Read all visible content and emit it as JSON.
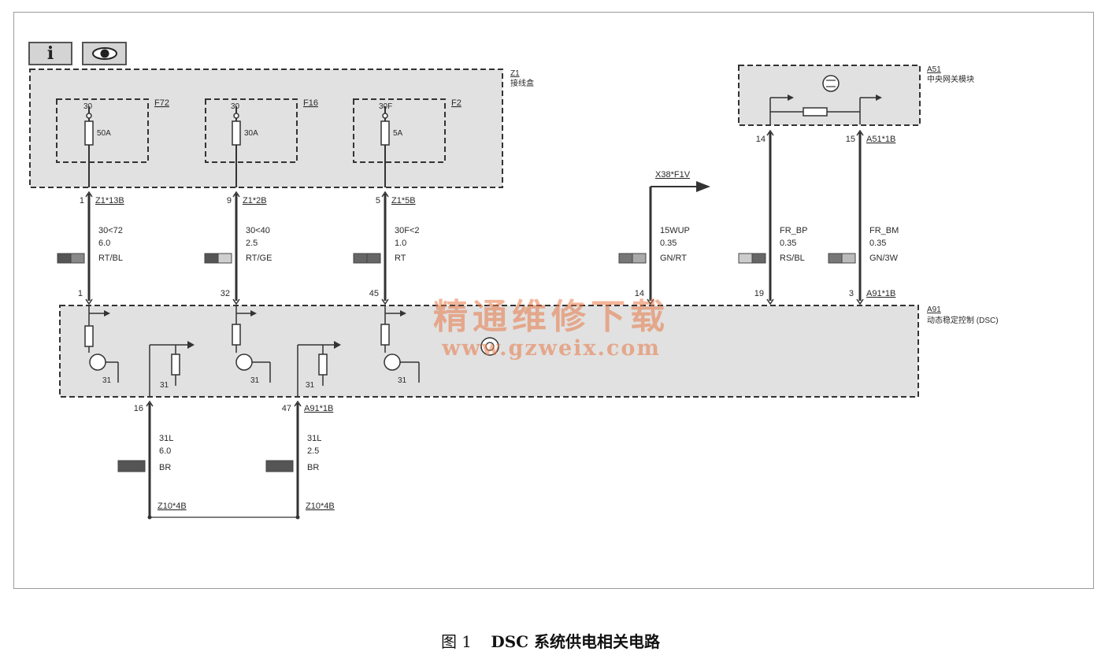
{
  "toolbar": {
    "info_symbol": "i",
    "icons": [
      "info-icon",
      "view-icon"
    ]
  },
  "modules": {
    "z1": {
      "code": "Z1",
      "name": "接线盒"
    },
    "a51": {
      "code": "A51",
      "name": "中央网关模块"
    },
    "a91": {
      "code": "A91",
      "name": "动态稳定控制 (DSC)"
    }
  },
  "fuses": [
    {
      "id": "F72",
      "terminal": "30",
      "rating": "50A"
    },
    {
      "id": "F16",
      "terminal": "30",
      "rating": "30A"
    },
    {
      "id": "F2",
      "terminal": "30F",
      "rating": "5A"
    }
  ],
  "wires": [
    {
      "top_pin": "1",
      "top_conn": "Z1*13B",
      "signal": "30<72",
      "size": "6.0",
      "color": "RT/BL",
      "bottom_pin": "1",
      "swatch": [
        "#555555",
        "#888888"
      ]
    },
    {
      "top_pin": "9",
      "top_conn": "Z1*2B",
      "signal": "30<40",
      "size": "2.5",
      "color": "RT/GE",
      "bottom_pin": "32",
      "swatch": [
        "#555555",
        "#cfcfcf"
      ]
    },
    {
      "top_pin": "5",
      "top_conn": "Z1*5B",
      "signal": "30F<2",
      "size": "1.0",
      "color": "RT",
      "bottom_pin": "45",
      "swatch": [
        "#666666",
        "#666666"
      ]
    },
    {
      "top_conn": "X38*F1V",
      "signal": "15WUP",
      "size": "0.35",
      "color": "GN/RT",
      "bottom_pin": "14",
      "swatch": [
        "#777777",
        "#aaaaaa"
      ]
    },
    {
      "top_pin": "14",
      "signal": "FR_BP",
      "size": "0.35",
      "color": "RS/BL",
      "bottom_pin": "19",
      "swatch": [
        "#cccccc",
        "#666666"
      ]
    },
    {
      "top_pin": "15",
      "top_conn": "A51*1B",
      "signal": "FR_BM",
      "size": "0.35",
      "color": "GN/3W",
      "bottom_pin": "3",
      "bottom_conn": "A91*1B",
      "swatch": [
        "#777777",
        "#bbbbbb"
      ]
    }
  ],
  "ground_wires": [
    {
      "top_pin": "16",
      "signal": "31L",
      "size": "6.0",
      "color": "BR",
      "bottom_conn": "Z10*4B"
    },
    {
      "top_pin": "47",
      "top_conn": "A91*1B",
      "signal": "31L",
      "size": "2.5",
      "color": "BR",
      "bottom_conn": "Z10*4B"
    }
  ],
  "ground_terminal": "31",
  "watermark": {
    "line1": "精通维修下载",
    "line2": "www.gzweix.com"
  },
  "caption": {
    "label": "图 1",
    "title": "DSC 系统供电相关电路"
  },
  "colors": {
    "module_fill": "#e1e1e1",
    "line": "#333333",
    "watermark": "#e87846"
  }
}
